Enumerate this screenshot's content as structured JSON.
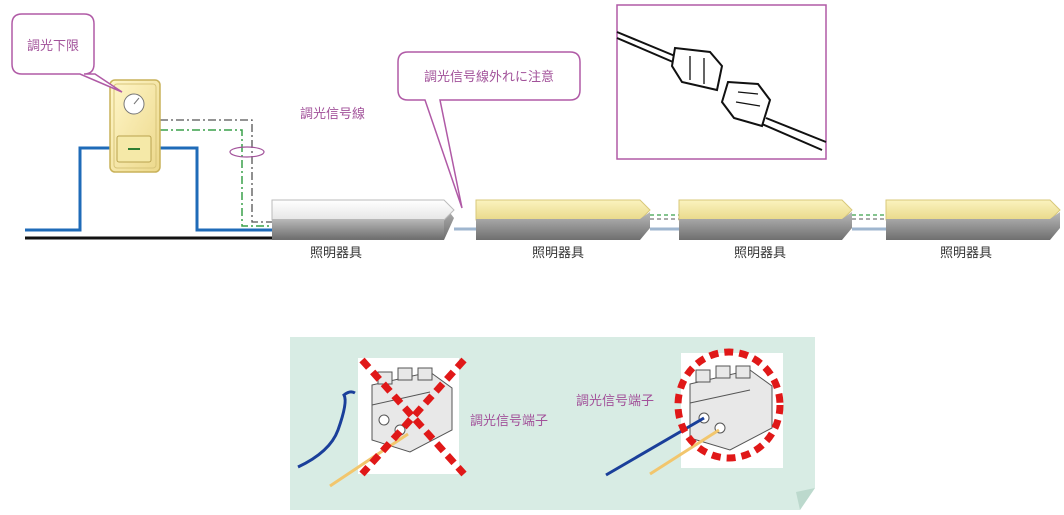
{
  "labels": {
    "dimming_lower_limit": "調光下限",
    "dimming_signal_line": "調光信号線",
    "disconnect_warning": "調光信号線外れに注意",
    "signal_terminal_bad": "調光信号端子",
    "signal_terminal_good": "調光信号端子"
  },
  "fixtures": [
    {
      "label": "照明器具",
      "state": "off"
    },
    {
      "label": "照明器具",
      "state": "on"
    },
    {
      "label": "照明器具",
      "state": "on"
    },
    {
      "label": "照明器具",
      "state": "on"
    }
  ],
  "colors": {
    "callout_border": "#b05aa6",
    "callout_text": "#a2529a",
    "power_line": "#1f6bb8",
    "signal_green": "#3aa04a",
    "signal_gray": "#555555",
    "fixture_lit": "#f3e79b",
    "fixture_body": "#8a8a8a",
    "panel_bg": "#d8ece4",
    "cross_red": "#e01818",
    "wire_blue": "#1a3f9a",
    "wire_yellow": "#f2c66d"
  },
  "icons": {
    "dimmer": "dimmer-switch-icon",
    "connector": "connector-icon",
    "terminal": "terminal-block-icon"
  }
}
